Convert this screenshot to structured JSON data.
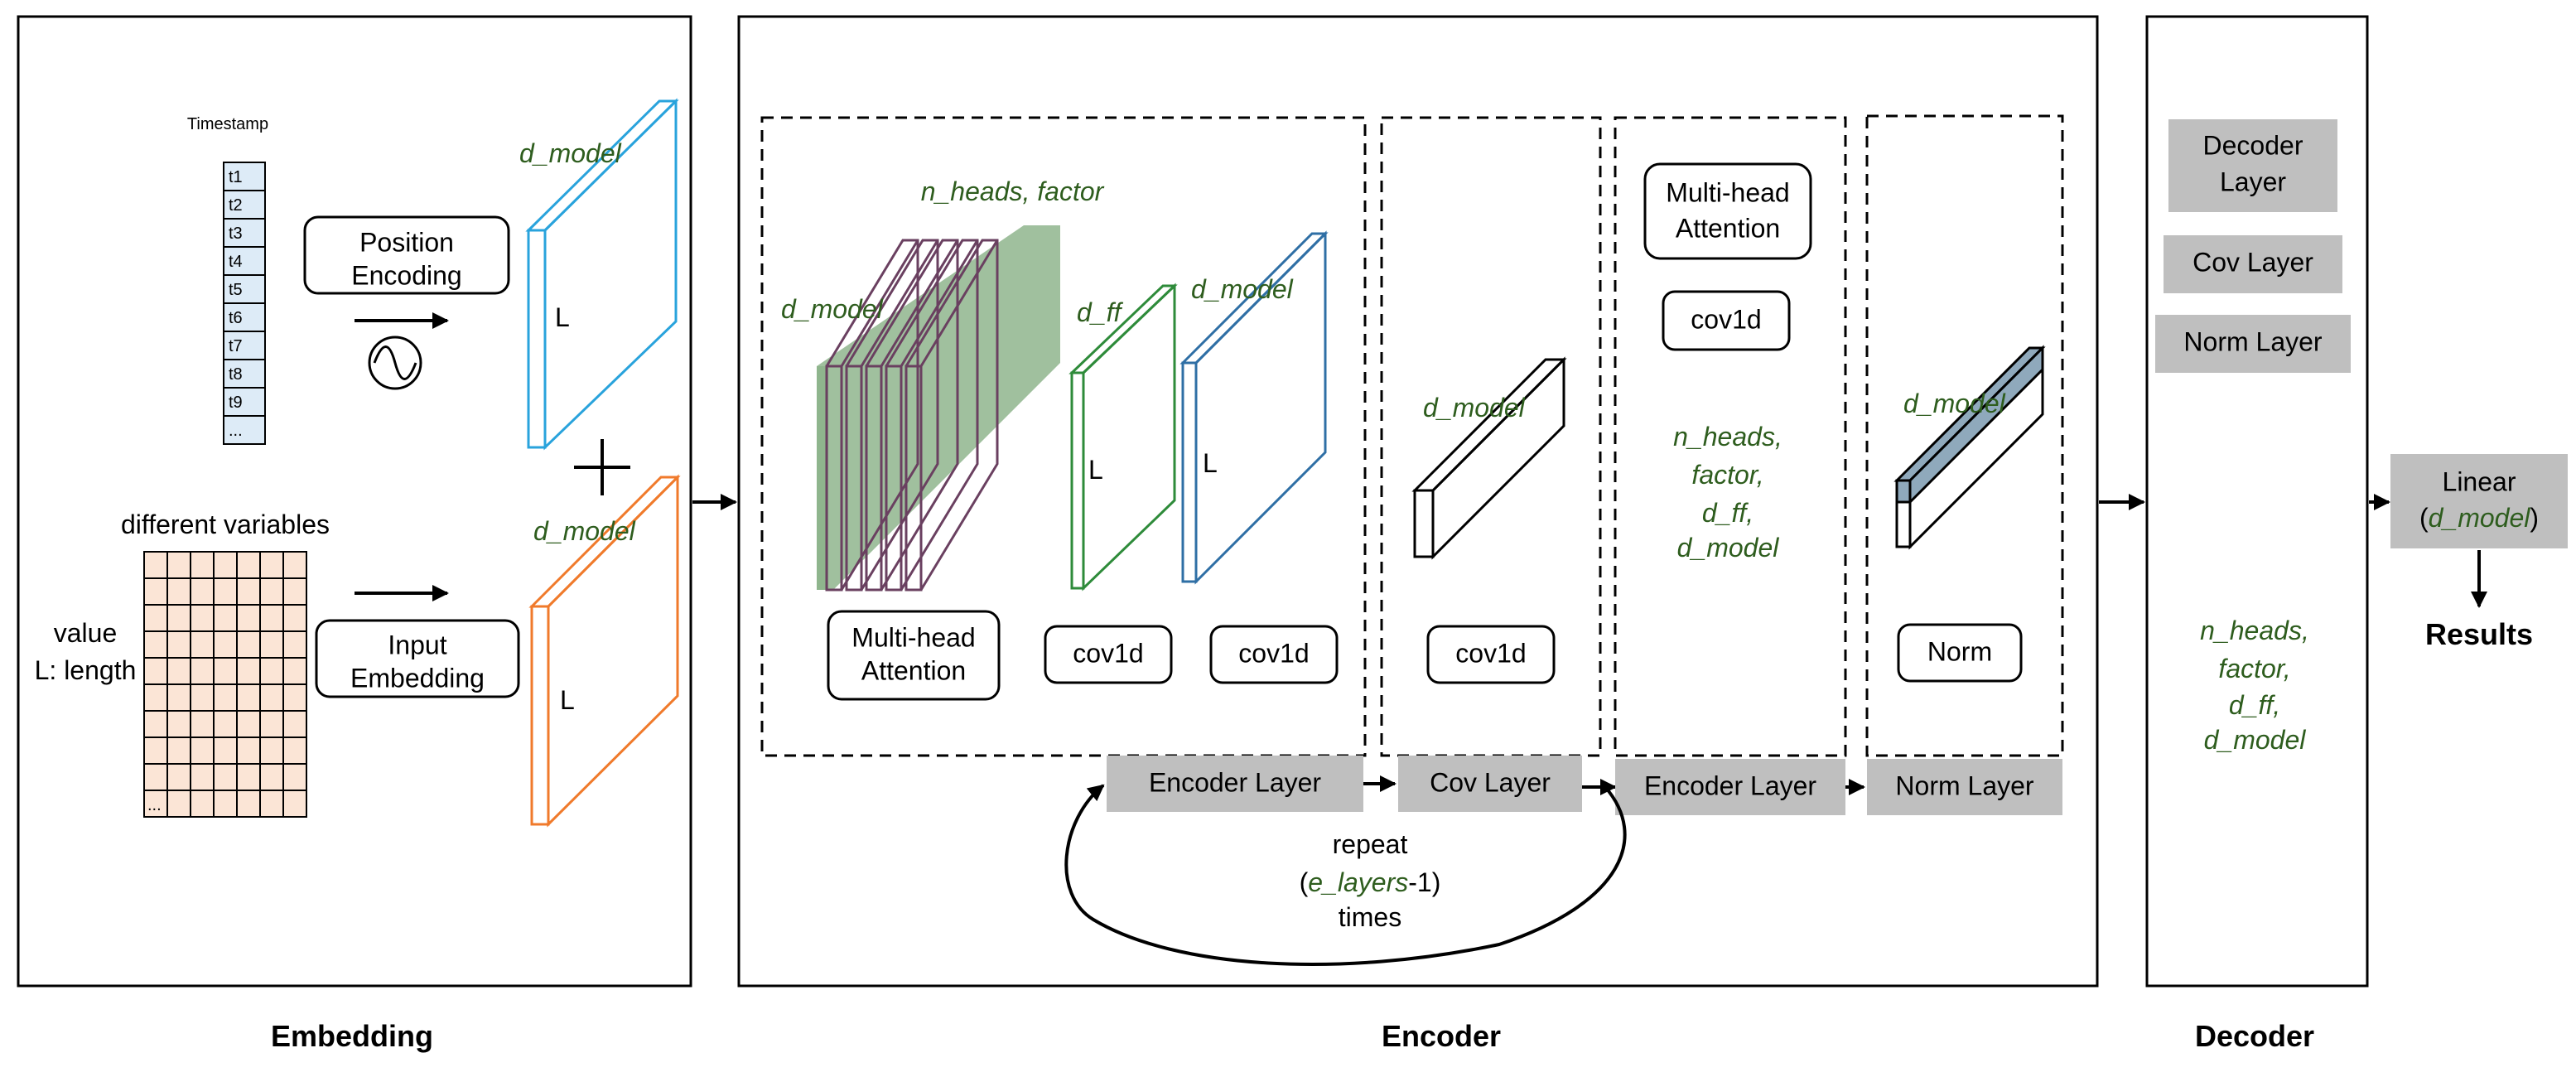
{
  "sections": {
    "embedding": "Embedding",
    "encoder": "Encoder",
    "decoder": "Decoder"
  },
  "embedding": {
    "timestamp_title": "Timestamp",
    "timestamps": [
      "t1",
      "t2",
      "t3",
      "t4",
      "t5",
      "t6",
      "t7",
      "t8",
      "t9",
      "..."
    ],
    "position_encoding": [
      "Position",
      "Encoding"
    ],
    "input_embedding": [
      "Input",
      "Embedding"
    ],
    "different_variables": "different variables",
    "value": "value",
    "length": "L: length",
    "grid_ellipsis": "...",
    "d_model": "d_model",
    "L": "L"
  },
  "encoder": {
    "n_heads_factor": "n_heads, factor",
    "d_model": "d_model",
    "d_ff": "d_ff",
    "L": "L",
    "multi_head_attention": [
      "Multi-head",
      "Attention"
    ],
    "cov1d": "cov1d",
    "norm": "Norm",
    "params": [
      "n_heads,",
      "factor,",
      "d_ff,",
      "d_model"
    ],
    "bar_encoder_layer": "Encoder Layer",
    "bar_cov_layer": "Cov Layer",
    "bar_norm_layer": "Norm Layer",
    "repeat": [
      "repeat",
      "(",
      "e_layers",
      "-1)",
      "times"
    ]
  },
  "decoder": {
    "decoder_layer": [
      "Decoder",
      "Layer"
    ],
    "cov_layer": "Cov Layer",
    "norm_layer": "Norm Layer",
    "params": [
      "n_heads,",
      "factor,",
      "d_ff,",
      "d_model"
    ]
  },
  "output": {
    "linear": "Linear",
    "linear_open": "(",
    "linear_param": "d_model",
    "linear_close": ")",
    "results": "Results"
  },
  "colors": {
    "blue": "#29a3dc",
    "orange": "#f07a2b",
    "green": "#2e8b3a",
    "navy_blue": "#2f6fa5",
    "param_green": "#2e5d1e",
    "attention_fill": "#8fb58d",
    "grid_fill": "#fbe5d6",
    "timestamp_fill": "#ddebf7",
    "norm_band": "#8fa9bc",
    "gray_box": "#bfbfbf"
  }
}
